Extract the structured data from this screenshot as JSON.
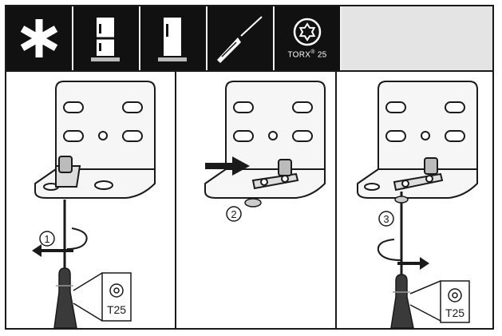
{
  "header": {
    "icons": [
      {
        "name": "asterisk-icon"
      },
      {
        "name": "fridge-freezer-icon"
      },
      {
        "name": "fridge-icon"
      },
      {
        "name": "screwdriver-icon"
      },
      {
        "name": "torx-bit-icon"
      }
    ],
    "torx_label": "TORX",
    "torx_reg": "®",
    "torx_size": "25"
  },
  "panels": [
    {
      "step": "1",
      "bit_label": "T25"
    },
    {
      "step": "2"
    },
    {
      "step": "3",
      "bit_label": "T25"
    }
  ],
  "colors": {
    "line": "#1a1a1a",
    "header_bg": "#111111",
    "header_blank": "#e4e4e4",
    "part_fill": "#f6f6f6"
  }
}
